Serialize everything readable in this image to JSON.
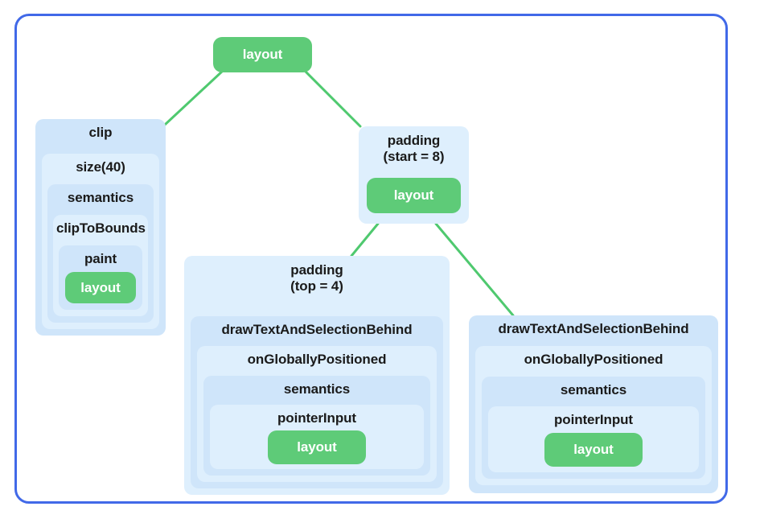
{
  "diagram": {
    "type": "tree",
    "title": "",
    "frame_color": "#4169e8",
    "edge_color": "#4fc96f",
    "leaf_color": "#5ecb78",
    "box_colors": [
      "#cfe5fa",
      "#deeffd"
    ],
    "root": {
      "id": "root-layout",
      "label": "layout"
    },
    "nodes": {
      "clip_stack": {
        "levels": [
          "clip",
          "size(40)",
          "semantics",
          "clipToBounds",
          "paint"
        ],
        "leaf": "layout"
      },
      "padding_start": {
        "label": "padding\n(start = 8)",
        "leaf": "layout"
      },
      "padding_top_stack": {
        "levels": [
          "padding\n(top = 4)",
          "drawTextAndSelectionBehind",
          "onGloballyPositioned",
          "semantics",
          "pointerInput"
        ],
        "leaf": "layout"
      },
      "draw_text_stack": {
        "levels": [
          "drawTextAndSelectionBehind",
          "onGloballyPositioned",
          "semantics",
          "pointerInput"
        ],
        "leaf": "layout"
      }
    },
    "edges": [
      {
        "from": "root-layout",
        "to": "clip_stack"
      },
      {
        "from": "root-layout",
        "to": "padding_start"
      },
      {
        "from": "padding_start",
        "to": "padding_top_stack"
      },
      {
        "from": "padding_start",
        "to": "draw_text_stack"
      }
    ]
  }
}
